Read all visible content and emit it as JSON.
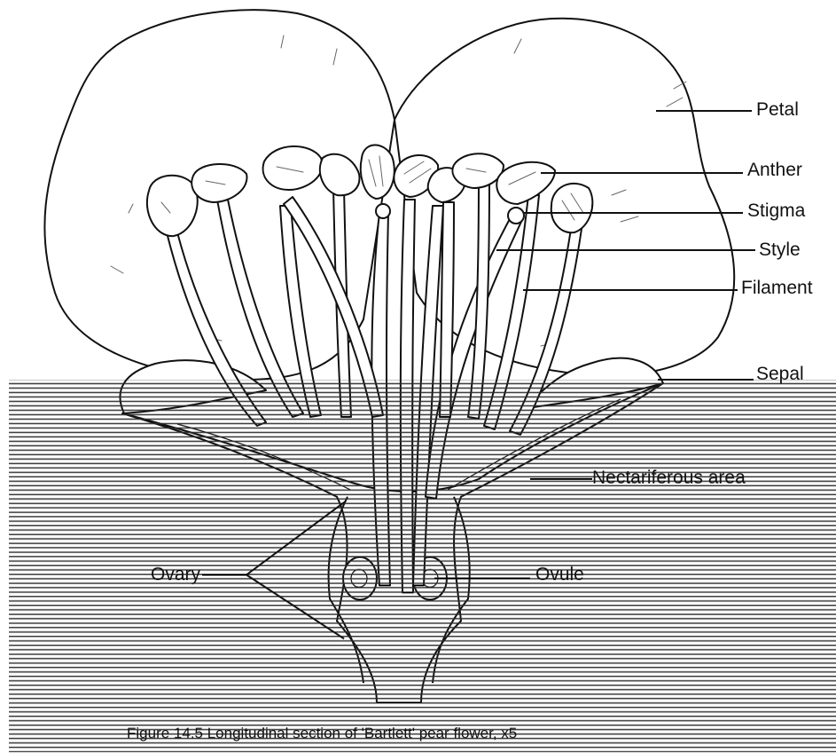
{
  "labels": {
    "petal": "Petal",
    "anther": "Anther",
    "stigma": "Stigma",
    "style": "Style",
    "filament": "Filament",
    "sepal": "Sepal",
    "nectariferous_area": "Nectariferous area",
    "ovary": "Ovary",
    "ovule": "Ovule"
  },
  "caption": "Figure 14.5 Longitudinal section of 'Bartlett' pear flower, x5",
  "colors": {
    "ink": "#111111",
    "background": "#ffffff",
    "hatch": "#2b2b2b"
  }
}
